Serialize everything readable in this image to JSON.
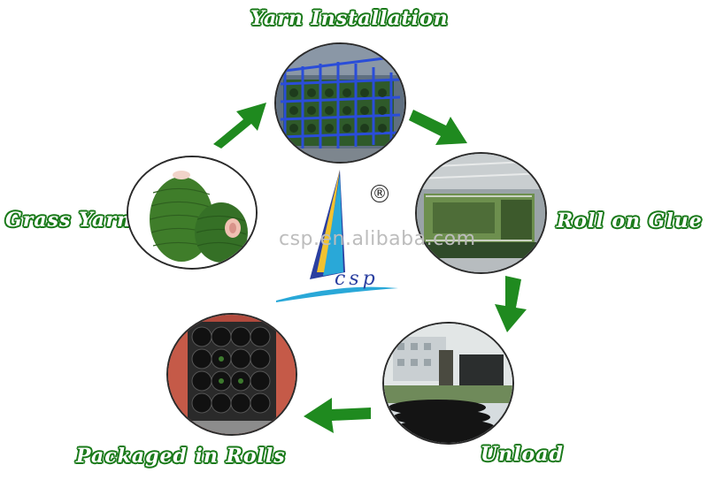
{
  "steps": [
    {
      "label": "Yarn Installation"
    },
    {
      "label": "Roll on Glue"
    },
    {
      "label": "Unload"
    },
    {
      "label": "Packaged in Rolls"
    },
    {
      "label": "Grass Yarn"
    }
  ],
  "logo": {
    "brand": "csp",
    "registered": "®",
    "watermark": "csp.en.alibaba.com"
  },
  "colors": {
    "arrow": "#1f8a1f",
    "label_outline": "#1a7a1a",
    "logo_blue": "#2a3fa0",
    "logo_cyan": "#29a8d8",
    "logo_yellow": "#f2c230"
  },
  "icons": [
    "arrow-right-down-icon",
    "arrow-down-icon",
    "arrow-left-icon",
    "arrow-up-right-icon"
  ]
}
